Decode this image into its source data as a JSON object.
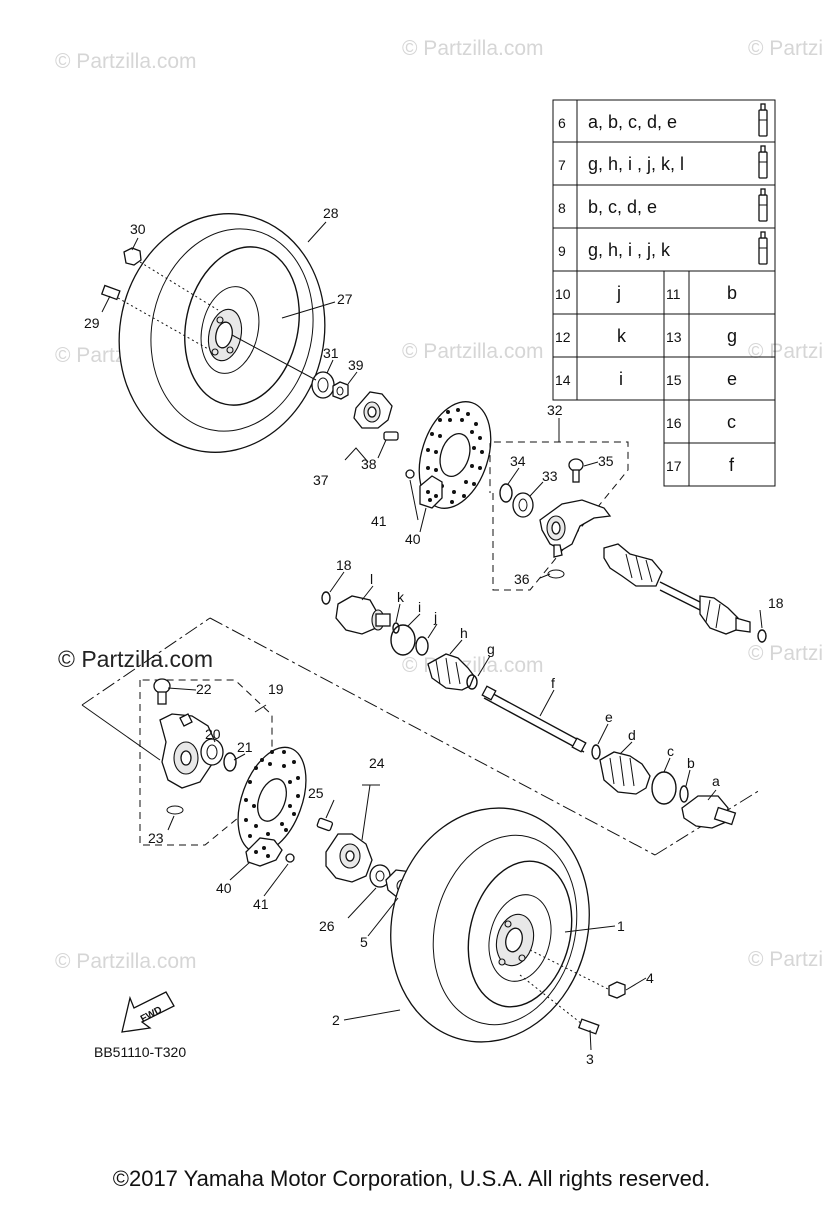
{
  "watermark_text": "© Partzilla.com",
  "diagram_code": "BB51110-T320",
  "copyright": "©2017 Yamaha Motor Corporation, U.S.A. All rights reserved.",
  "fwd_label": "FWD",
  "kit_table": [
    {
      "num": "6",
      "parts": "a, b, c, d, e"
    },
    {
      "num": "7",
      "parts": "g, h, i , j, k, l"
    },
    {
      "num": "8",
      "parts": "b, c, d, e"
    },
    {
      "num": "9",
      "parts": "g, h, i , j, k"
    }
  ],
  "single_table": [
    {
      "num": "10",
      "part": "j",
      "num2": "11",
      "part2": "b"
    },
    {
      "num": "12",
      "part": "k",
      "num2": "13",
      "part2": "g"
    },
    {
      "num": "14",
      "part": "i",
      "num2": "15",
      "part2": "e"
    },
    {
      "num": "",
      "part": "",
      "num2": "16",
      "part2": "c"
    },
    {
      "num": "",
      "part": "",
      "num2": "17",
      "part2": "f"
    }
  ],
  "callouts": {
    "c1": "1",
    "c2": "2",
    "c3": "3",
    "c4": "4",
    "c5": "5",
    "c18a": "18",
    "c18b": "18",
    "c19": "19",
    "c20": "20",
    "c21": "21",
    "c22": "22",
    "c23": "23",
    "c24": "24",
    "c25": "25",
    "c26": "26",
    "c27": "27",
    "c28": "28",
    "c29": "29",
    "c30": "30",
    "c31": "31",
    "c32": "32",
    "c33": "33",
    "c34": "34",
    "c35": "35",
    "c36": "36",
    "c37": "37",
    "c38": "38",
    "c39": "39",
    "c40a": "40",
    "c40b": "40",
    "c41a": "41",
    "c41b": "41",
    "ca": "a",
    "cb": "b",
    "cc": "c",
    "cd": "d",
    "ce": "e",
    "cf": "f",
    "cg": "g",
    "ch": "h",
    "ci": "i",
    "cj": "j",
    "ck": "k",
    "cl": "l"
  }
}
